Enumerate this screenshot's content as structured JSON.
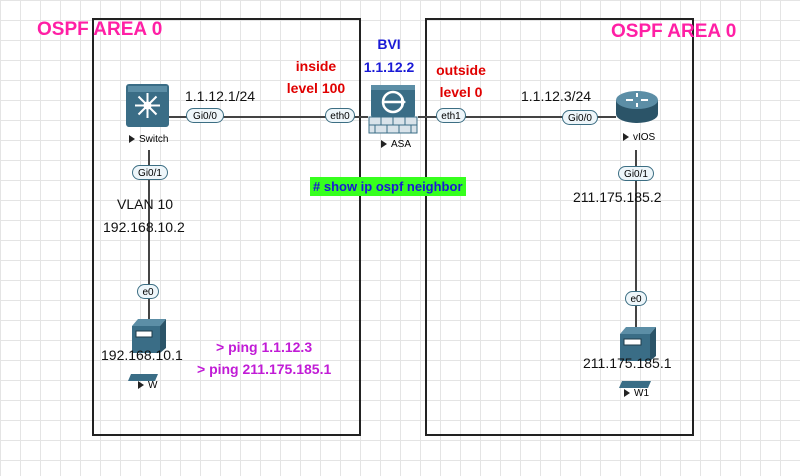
{
  "areas": {
    "left": {
      "title": "OSPF AREA 0"
    },
    "right": {
      "title": "OSPF AREA 0"
    }
  },
  "switch": {
    "name": "Switch",
    "ip": "1.1.12.1/24",
    "port_uplink": "Gi0/0",
    "port_down": "Gi0/1",
    "vlan": "VLAN 10",
    "vlan_ip": "192.168.10.2"
  },
  "pc_w": {
    "name": "W",
    "port": "e0",
    "ip": "192.168.10.1",
    "cmd1": "> ping 1.1.12.3",
    "cmd2": "> ping 211.175.185.1"
  },
  "asa": {
    "name": "ASA",
    "bvi": "BVI",
    "bvi_ip": "1.1.12.2",
    "inside_line1": "inside",
    "inside_line2": "level 100",
    "outside_line1": "outside",
    "outside_line2": "level 0",
    "port_inside": "eth0",
    "port_outside": "eth1",
    "command": "# show ip ospf neighbor"
  },
  "router": {
    "name": "vIOS",
    "ip": "1.1.12.3/24",
    "port_uplink": "Gi0/0",
    "port_down": "Gi0/1",
    "down_ip": "211.175.185.2"
  },
  "pc_w1": {
    "name": "W1",
    "port": "e0",
    "ip": "211.175.185.1"
  },
  "colors": {
    "area_title": "#ff1fa5",
    "red_label": "#e00000",
    "blue_label": "#1a1ad6",
    "purple_label": "#c11bd6",
    "cmd_background": "#36ff1e",
    "device_fill": "#3a6d86"
  }
}
